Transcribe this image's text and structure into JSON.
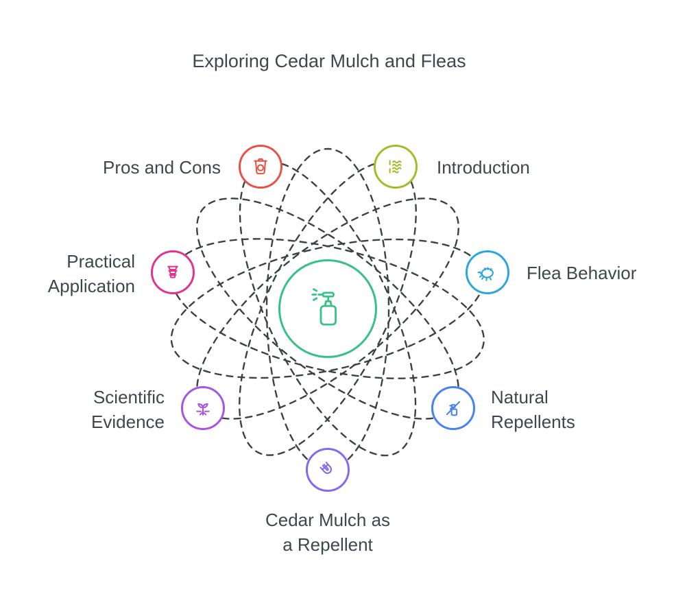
{
  "title": "Exploring Cedar Mulch and Fleas",
  "colors": {
    "text": "#3f474e",
    "orbit": "#3c4144"
  },
  "center": {
    "icon": "pump-sprayer-icon",
    "color": "#36c186"
  },
  "nodes": [
    {
      "label": "Pros and Cons",
      "color": "#e65244",
      "icon": "trash-recycle-icon"
    },
    {
      "label": "Introduction",
      "color": "#9fbe27",
      "icon": "scent-lines-icon"
    },
    {
      "label": "Practical Application",
      "color": "#e0348f",
      "icon": "stacked-pots-icon"
    },
    {
      "label": "Flea Behavior",
      "color": "#2ba6de",
      "icon": "flea-icon"
    },
    {
      "label": "Scientific Evidence",
      "color": "#a855e0",
      "icon": "sprout-roots-icon"
    },
    {
      "label": "Natural Repellents",
      "color": "#4781f2",
      "icon": "no-spray-icon"
    },
    {
      "label": "Cedar Mulch as a Repellent",
      "color": "#8468ef",
      "icon": "magnet-icon"
    }
  ]
}
